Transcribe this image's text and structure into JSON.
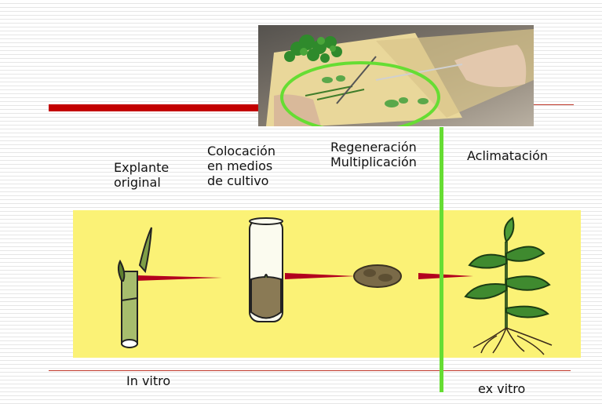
{
  "labels": {
    "explante": "Explante\noriginal",
    "colocacion": "Colocación\nen medios\nde cultivo",
    "regeneracion": "Regeneración\nMultiplicación",
    "aclimatacion": "Aclimatación",
    "in_vitro": "In vitro",
    "ex_vitro": "ex vitro"
  },
  "colors": {
    "red_bar": "#c30000",
    "highlight_green": "#66dd33",
    "panel_yellow": "#fbf276",
    "arrow_red": "#b3001e"
  }
}
